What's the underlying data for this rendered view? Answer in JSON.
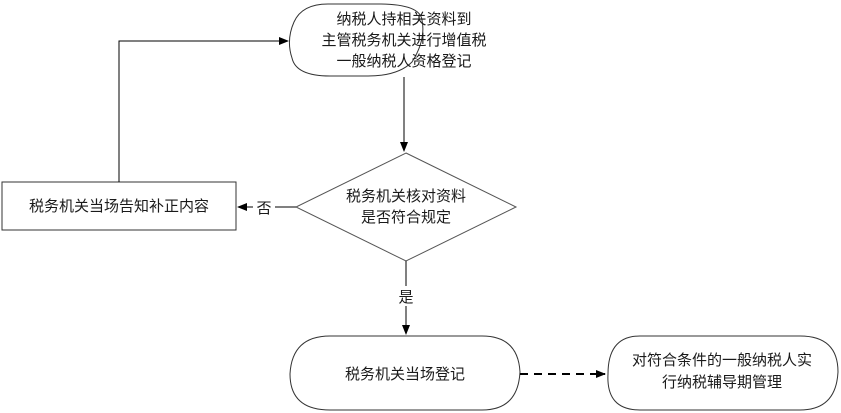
{
  "diagram": {
    "type": "flowchart",
    "nodes": {
      "start": {
        "shape": "rounded-terminal",
        "lines": [
          "纳税人持相关资料到",
          "主管税务机关进行增值税",
          "一般纳税人资格登记"
        ]
      },
      "decision": {
        "shape": "diamond",
        "lines": [
          "税务机关核对资料",
          "是否符合规定"
        ]
      },
      "correction": {
        "shape": "rectangle",
        "lines": [
          "税务机关当场告知补正内容"
        ]
      },
      "register": {
        "shape": "rounded-terminal",
        "lines": [
          "税务机关当场登记"
        ]
      },
      "guidance": {
        "shape": "rounded-terminal",
        "lines": [
          "对符合条件的一般纳税人实",
          "行纳税辅导期管理"
        ]
      }
    },
    "edges": [
      {
        "from": "start",
        "to": "decision",
        "style": "solid",
        "label": ""
      },
      {
        "from": "decision",
        "to": "correction",
        "style": "solid",
        "label": "否"
      },
      {
        "from": "correction",
        "to": "start",
        "style": "solid",
        "label": ""
      },
      {
        "from": "decision",
        "to": "register",
        "style": "solid",
        "label": "是"
      },
      {
        "from": "register",
        "to": "guidance",
        "style": "dashed",
        "label": ""
      }
    ]
  }
}
